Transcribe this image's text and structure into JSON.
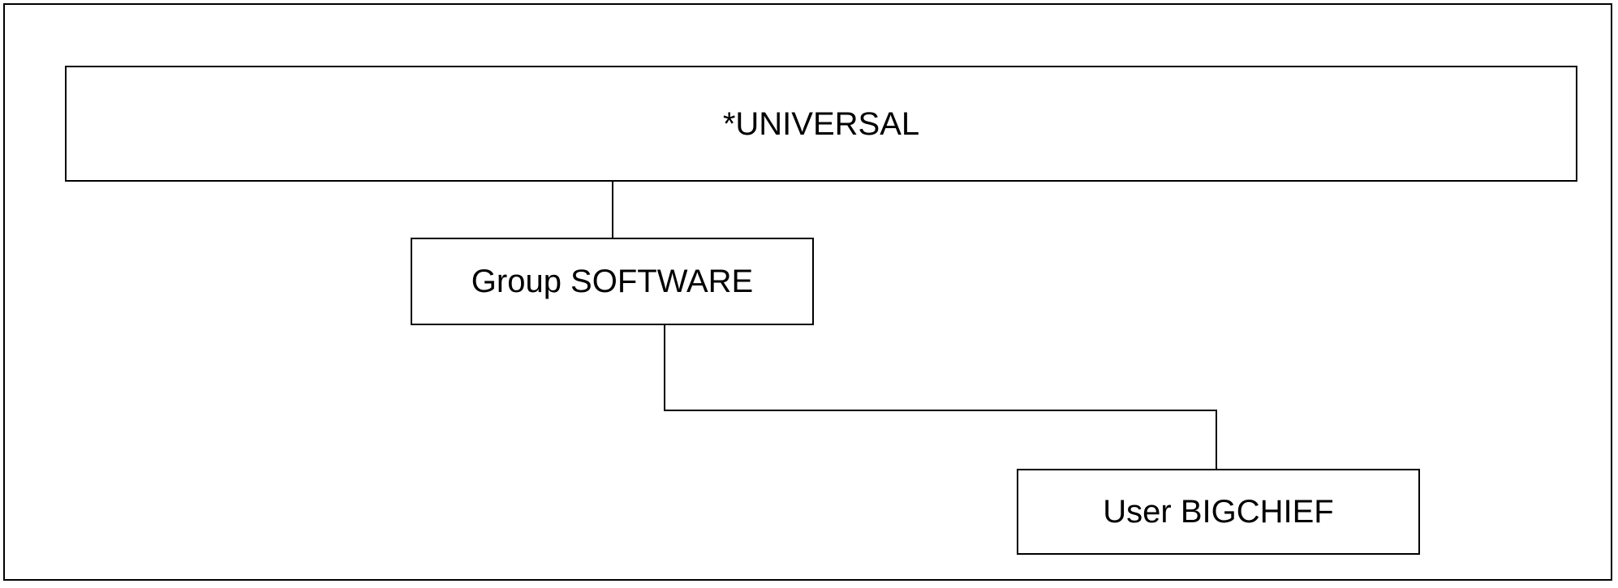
{
  "diagram": {
    "title": "Security hierarchy tree",
    "type": "tree",
    "colors": {
      "background": "#ffffff",
      "line": "#000000",
      "text": "#000000",
      "node_fill": "#ffffff"
    },
    "frame": {
      "name": "diagram-border"
    },
    "nodes": [
      {
        "id": "universal",
        "label": "*UNIVERSAL",
        "level": 0,
        "kind": "root"
      },
      {
        "id": "group-software",
        "label": "Group SOFTWARE",
        "level": 1,
        "kind": "group"
      },
      {
        "id": "user-bigchief",
        "label": "User BIGCHIEF",
        "level": 2,
        "kind": "user"
      }
    ],
    "edges": [
      {
        "id": "universal-to-group-software",
        "from": "universal",
        "to": "group-software",
        "style": "straight"
      },
      {
        "id": "group-software-to-user-bigchief",
        "from": "group-software",
        "to": "user-bigchief",
        "style": "elbow"
      }
    ]
  }
}
